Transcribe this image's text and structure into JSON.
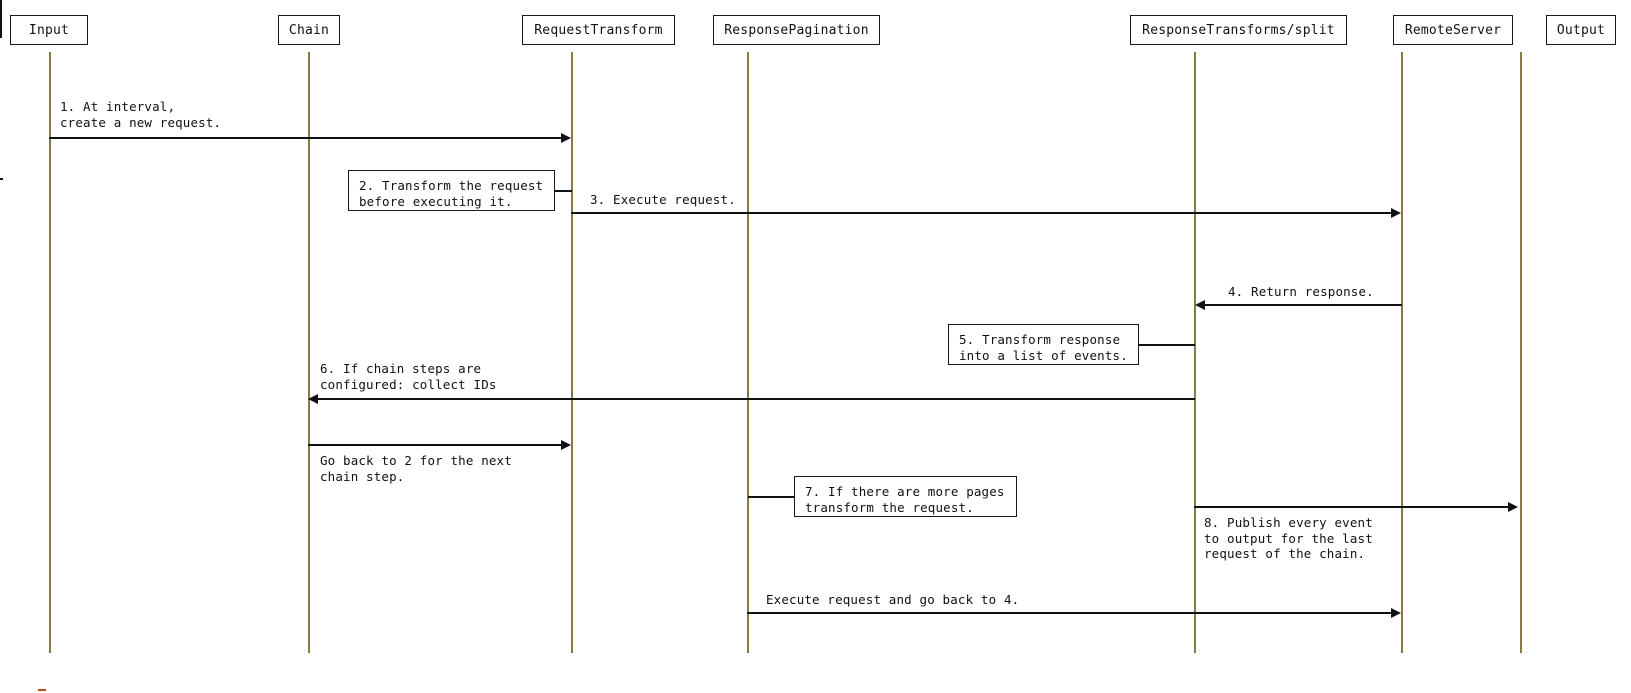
{
  "diagram": {
    "type": "sequence-diagram",
    "title": "",
    "colors": {
      "lifeline": "#8a7a3d",
      "stroke": "#111111",
      "box_border": "#1a1a1a",
      "background": "#ffffff"
    },
    "participants": [
      {
        "id": "input",
        "label": "Input"
      },
      {
        "id": "chain",
        "label": "Chain"
      },
      {
        "id": "request_transform",
        "label": "RequestTransform"
      },
      {
        "id": "response_pagination",
        "label": "ResponsePagination"
      },
      {
        "id": "response_transforms_split",
        "label": "ResponseTransforms/split"
      },
      {
        "id": "remote_server",
        "label": "RemoteServer"
      },
      {
        "id": "output",
        "label": "Output"
      }
    ],
    "messages": [
      {
        "step": "1",
        "from": "input",
        "to": "request_transform",
        "direction": "right",
        "label": "1. At interval,\ncreate a new request."
      },
      {
        "step": "3",
        "from": "request_transform",
        "to": "remote_server",
        "direction": "right",
        "label": "3. Execute request."
      },
      {
        "step": "4",
        "from": "remote_server",
        "to": "response_transforms_split",
        "direction": "left",
        "label": "4. Return response."
      },
      {
        "step": "6",
        "from": "response_transforms_split",
        "to": "chain",
        "direction": "left",
        "label": "6. If chain steps are\nconfigured: collect IDs"
      },
      {
        "step": "",
        "from": "chain",
        "to": "request_transform",
        "direction": "right",
        "label": "Go back to 2 for the next\nchain step."
      },
      {
        "step": "8",
        "from": "response_transforms_split",
        "to": "output",
        "direction": "right",
        "label": "8. Publish every event\nto output for the last\nrequest of the chain."
      },
      {
        "step": "",
        "from": "response_pagination",
        "to": "remote_server",
        "direction": "right",
        "label": "Execute request and go back to 4."
      }
    ],
    "notes": [
      {
        "step": "2",
        "attached_to": "request_transform",
        "label": "2. Transform the request\nbefore executing it."
      },
      {
        "step": "5",
        "attached_to": "response_transforms_split",
        "label": "5. Transform response\ninto a list of events."
      },
      {
        "step": "7",
        "attached_to": "response_pagination",
        "label": "7. If there are more pages\ntransform the request."
      }
    ]
  }
}
